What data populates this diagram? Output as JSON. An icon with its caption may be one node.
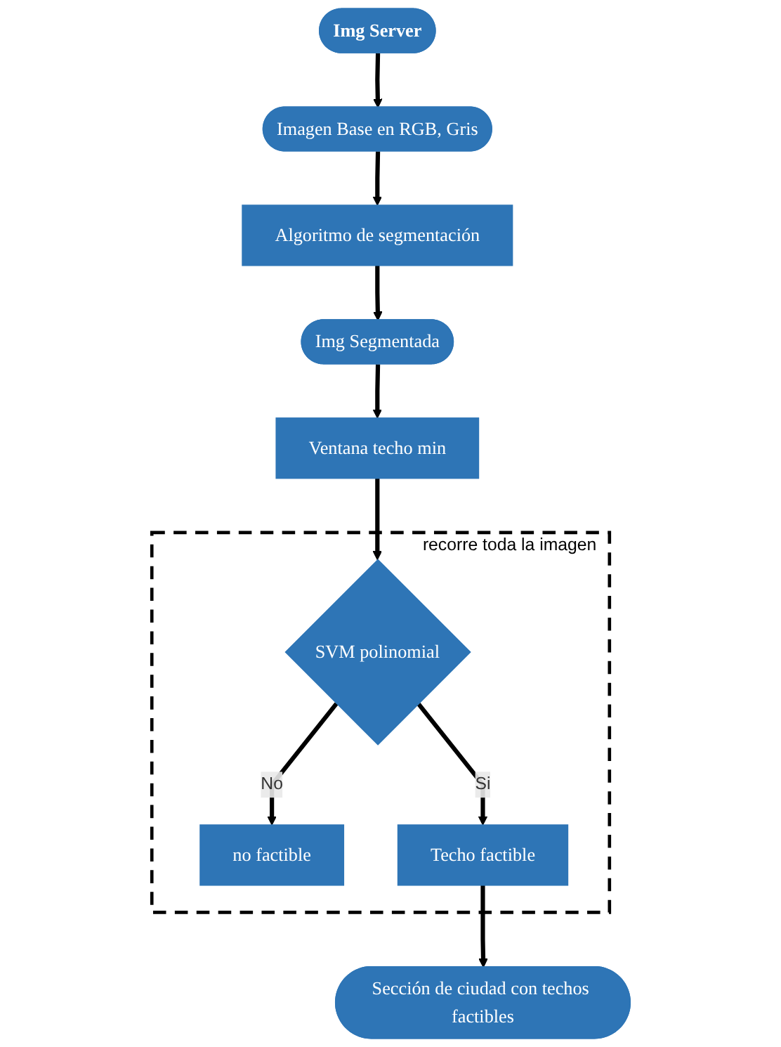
{
  "diagram": {
    "nodes": [
      {
        "text": [
          "Img Server"
        ]
      },
      {
        "text": [
          "Imagen Base en RGB, Gris"
        ]
      },
      {
        "text": [
          "Algoritmo de segmentación"
        ]
      },
      {
        "text": [
          "Img Segmentada"
        ]
      },
      {
        "text": [
          "Ventana techo min"
        ]
      },
      {
        "text": [
          "recorre toda la imagen"
        ]
      },
      {
        "text": [
          "SVM polinomial"
        ],
        "in": 5
      },
      {
        "text": [
          "no factible"
        ],
        "in": 5
      },
      {
        "text": [
          "Techo factible"
        ],
        "in": 5
      },
      {
        "text": [
          "Sección de ciudad con techos factibles"
        ]
      }
    ],
    "edges": [
      {
        "from": 0,
        "to": 1,
        "arrow": "to"
      },
      {
        "from": 1,
        "to": 2,
        "arrow": "to"
      },
      {
        "from": 2,
        "to": 3,
        "arrow": "to"
      },
      {
        "from": 3,
        "to": 4,
        "arrow": "to"
      },
      {
        "from": 4,
        "to": 6,
        "arrow": "to"
      },
      {
        "from": 6,
        "to": 7,
        "label": "No",
        "arrow": "to"
      },
      {
        "from": 6,
        "to": 8,
        "label": "Si",
        "arrow": "to"
      },
      {
        "from": 8,
        "to": 9,
        "arrow": "to"
      }
    ]
  }
}
